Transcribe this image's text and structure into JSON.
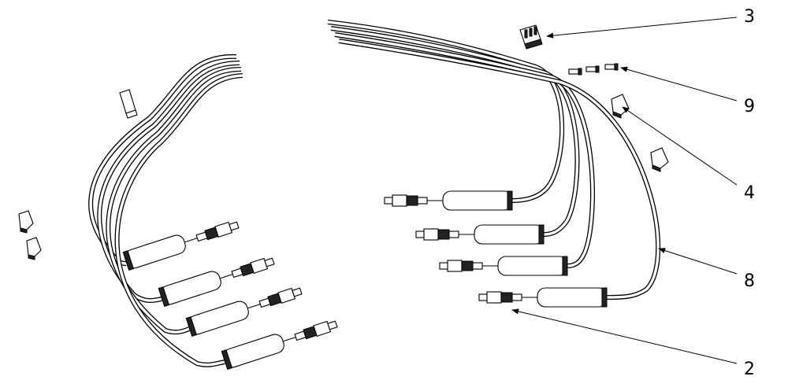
{
  "diagram": {
    "callouts": [
      {
        "id": "c3",
        "label": "3"
      },
      {
        "id": "c9",
        "label": "9"
      },
      {
        "id": "c4",
        "label": "4"
      },
      {
        "id": "c8",
        "label": "8"
      },
      {
        "id": "c2",
        "label": "2"
      }
    ]
  }
}
